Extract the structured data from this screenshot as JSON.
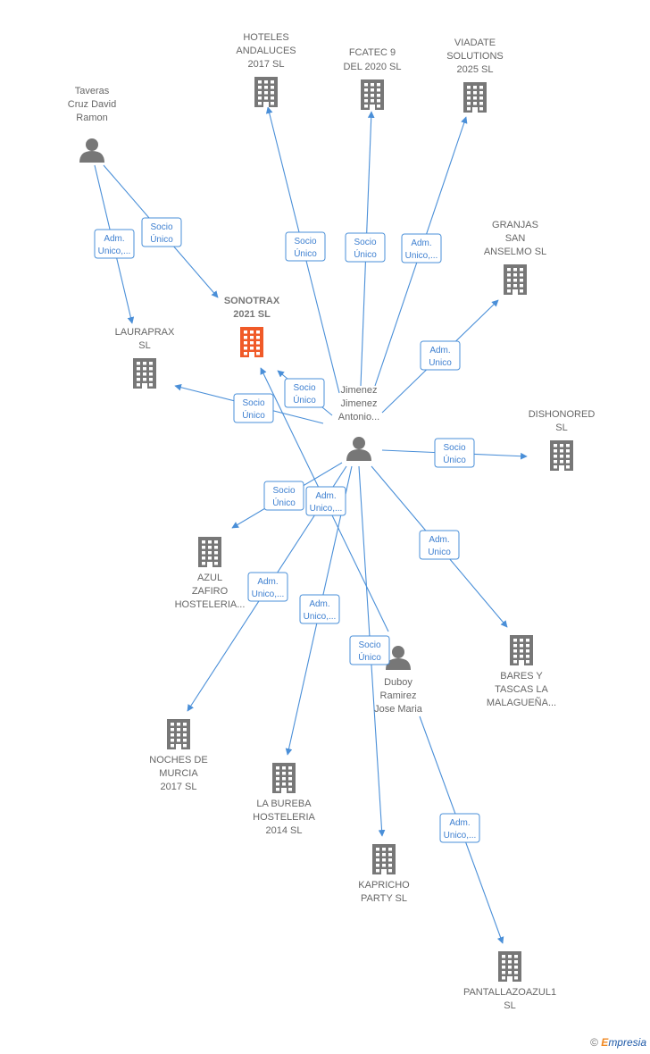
{
  "colors": {
    "edge": "#4a8fd8",
    "company": "#777777",
    "focus_company": "#f05a28",
    "person": "#777777"
  },
  "nodes": [
    {
      "id": "taveras",
      "kind": "person",
      "label": [
        "Taveras",
        "Cruz David",
        "Ramon"
      ]
    },
    {
      "id": "hoteles",
      "kind": "company",
      "label": [
        "HOTELES",
        "ANDALUCES",
        "2017  SL"
      ]
    },
    {
      "id": "fcatec",
      "kind": "company",
      "label": [
        "FCATEC 9",
        "DEL 2020  SL"
      ]
    },
    {
      "id": "viadate",
      "kind": "company",
      "label": [
        "VIADATE",
        "SOLUTIONS",
        "2025  SL"
      ]
    },
    {
      "id": "granjas",
      "kind": "company",
      "label": [
        "GRANJAS",
        "SAN",
        "ANSELMO SL"
      ]
    },
    {
      "id": "sonotrax",
      "kind": "focus",
      "label": [
        "SONOTRAX",
        "2021  SL"
      ]
    },
    {
      "id": "lauraprax",
      "kind": "company",
      "label": [
        "LAURAPRAX",
        "SL"
      ]
    },
    {
      "id": "jimenez",
      "kind": "person",
      "label": [
        "Jimenez",
        "Jimenez",
        "Antonio..."
      ]
    },
    {
      "id": "dishonored",
      "kind": "company",
      "label": [
        "DISHONORED",
        "SL"
      ]
    },
    {
      "id": "azul",
      "kind": "company",
      "label": [
        "AZUL",
        "ZAFIRO",
        "HOSTELERIA..."
      ]
    },
    {
      "id": "duboy",
      "kind": "person",
      "label": [
        "Duboy",
        "Ramirez",
        "Jose Maria"
      ]
    },
    {
      "id": "bares",
      "kind": "company",
      "label": [
        "BARES Y",
        "TASCAS LA",
        "MALAGUEÑA..."
      ]
    },
    {
      "id": "noches",
      "kind": "company",
      "label": [
        "NOCHES DE",
        "MURCIA",
        "2017  SL"
      ]
    },
    {
      "id": "bureba",
      "kind": "company",
      "label": [
        "LA BUREBA",
        "HOSTELERIA",
        "2014  SL"
      ]
    },
    {
      "id": "kapricho",
      "kind": "company",
      "label": [
        "KAPRICHO",
        "PARTY  SL"
      ]
    },
    {
      "id": "pantalla",
      "kind": "company",
      "label": [
        "PANTALLAZOAZUL1",
        "SL"
      ]
    }
  ],
  "edges": [
    {
      "from": "taveras",
      "to": "lauraprax",
      "label": [
        "Adm.",
        "Unico,..."
      ]
    },
    {
      "from": "taveras",
      "to": "sonotrax",
      "label": [
        "Socio",
        "Único"
      ]
    },
    {
      "from": "jimenez",
      "to": "hoteles",
      "label": [
        "Socio",
        "Único"
      ]
    },
    {
      "from": "jimenez",
      "to": "fcatec",
      "label": [
        "Socio",
        "Único"
      ]
    },
    {
      "from": "jimenez",
      "to": "viadate",
      "label": [
        "Adm.",
        "Unico,..."
      ]
    },
    {
      "from": "jimenez",
      "to": "granjas",
      "label": [
        "Adm.",
        "Unico"
      ]
    },
    {
      "from": "jimenez",
      "to": "sonotrax",
      "label": [
        "Socio",
        "Único"
      ]
    },
    {
      "from": "jimenez",
      "to": "lauraprax",
      "label": [
        "Socio",
        "Único"
      ]
    },
    {
      "from": "jimenez",
      "to": "dishonored",
      "label": [
        "Socio",
        "Único"
      ]
    },
    {
      "from": "jimenez",
      "to": "azul",
      "label": [
        "Socio",
        "Único"
      ]
    },
    {
      "from": "duboy",
      "to": "sonotrax",
      "label": [
        "Adm.",
        "Unico,..."
      ]
    },
    {
      "from": "jimenez",
      "to": "bares",
      "label": [
        "Adm.",
        "Unico"
      ]
    },
    {
      "from": "jimenez",
      "to": "noches",
      "label": [
        "Adm.",
        "Unico,..."
      ]
    },
    {
      "from": "jimenez",
      "to": "bureba",
      "label": [
        "Adm.",
        "Unico,..."
      ]
    },
    {
      "from": "jimenez",
      "to": "kapricho",
      "label": [
        "Socio",
        "Único"
      ]
    },
    {
      "from": "duboy",
      "to": "pantalla",
      "label": [
        "Adm.",
        "Unico,..."
      ]
    }
  ],
  "brand": {
    "symbol": "©",
    "e": "E",
    "rest": "mpresia"
  }
}
